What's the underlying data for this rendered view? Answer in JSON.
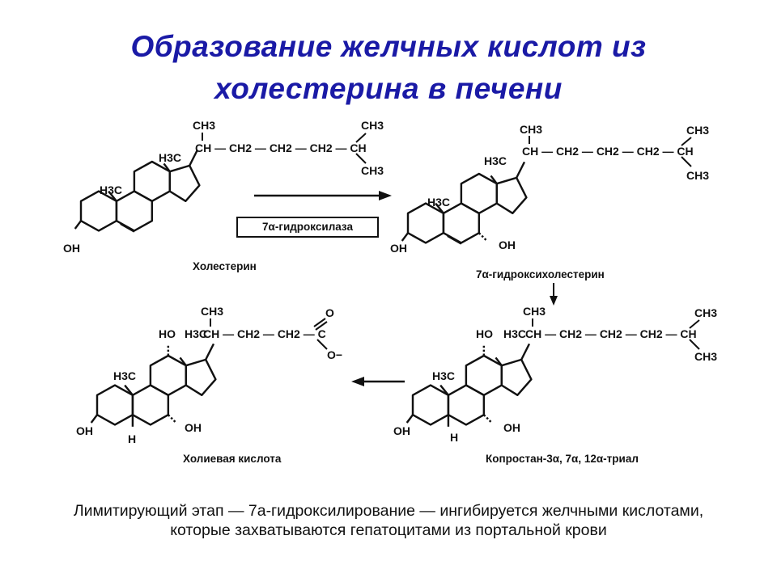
{
  "title": {
    "line1": "Образование желчных кислот из",
    "line2": "холестерина в печени"
  },
  "enzyme": "7α-гидроксилаза",
  "compounds": {
    "cholesterol": "Холестерин",
    "hydroxycholesterol": "7α-гидроксихолестерин",
    "coprostane": "Копростан-3α, 7α, 12α-триал",
    "cholic_acid": "Холиевая кислота"
  },
  "groups": {
    "oh": "OH",
    "ho": "HO",
    "h": "H",
    "h3c": "H3C",
    "ch3": "CH3",
    "ch": "CH",
    "ch2": "CH2",
    "c": "C",
    "o": "O",
    "o_minus": "O−"
  },
  "note": "Лимитирующий этап — 7а-гидроксилирование — ингибируется желчными кислотами, которые захватываются гепатоцитами из портальной крови",
  "colors": {
    "title": "#1a1aa6",
    "ink": "#111111"
  }
}
